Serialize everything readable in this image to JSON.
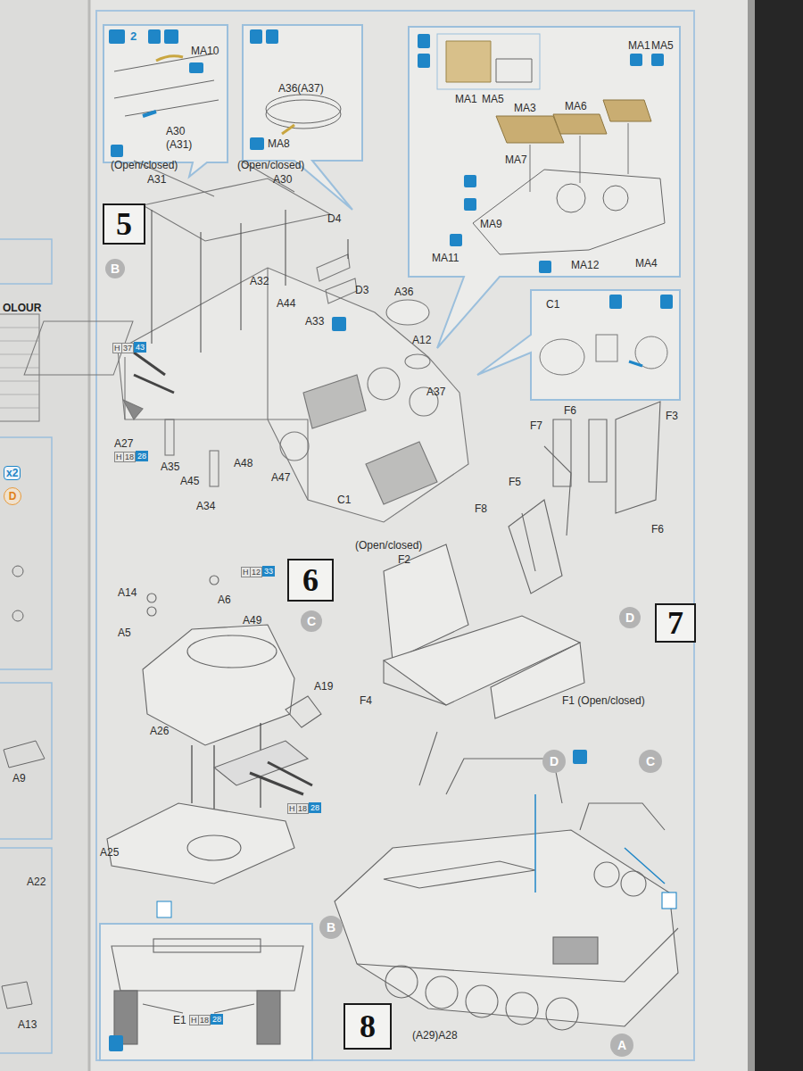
{
  "diagram": {
    "nodes": [
      {
        "text": [
          "5"
        ]
      },
      {
        "text": [
          "B"
        ]
      },
      {
        "text": [
          "6"
        ]
      },
      {
        "text": [
          "C"
        ]
      },
      {
        "text": [
          "7"
        ]
      },
      {
        "text": [
          "D"
        ]
      },
      {
        "text": [
          "D"
        ]
      },
      {
        "text": [
          "C"
        ]
      },
      {
        "text": [
          "B"
        ]
      },
      {
        "text": [
          "8"
        ]
      },
      {
        "text": [
          "A"
        ]
      },
      {
        "text": [
          "D"
        ]
      }
    ],
    "labels": [
      "2",
      "MA10",
      "A30",
      "(A31)",
      "A36(A37)",
      "MA8",
      "MA1",
      "MA5",
      "MA1",
      "MA5",
      "MA3",
      "MA6",
      "MA7",
      "MA9",
      "MA11",
      "MA12",
      "MA4",
      "(Open/closed)",
      "A31",
      "(Open/closed)",
      "A30",
      "D4",
      "D3",
      "A36",
      "A32",
      "A44",
      "A33",
      "A12",
      "A37",
      "H",
      "37",
      "43",
      "A27",
      "H",
      "18",
      "28",
      "A35",
      "A45",
      "A34",
      "A48",
      "A47",
      "C1",
      "C1",
      "F6",
      "F7",
      "F3",
      "F5",
      "F6",
      "F8",
      "(Open/closed)",
      "F2",
      "F4",
      "F1 (Open/closed)",
      "A14",
      "H",
      "12",
      "33",
      "A6",
      "A5",
      "A49",
      "A26",
      "A19",
      "H",
      "18",
      "28",
      "A25",
      "E1",
      "H",
      "18",
      "28",
      "(A29)A28",
      "A9",
      "A22",
      "A13",
      "x2",
      "OLOUR"
    ]
  }
}
